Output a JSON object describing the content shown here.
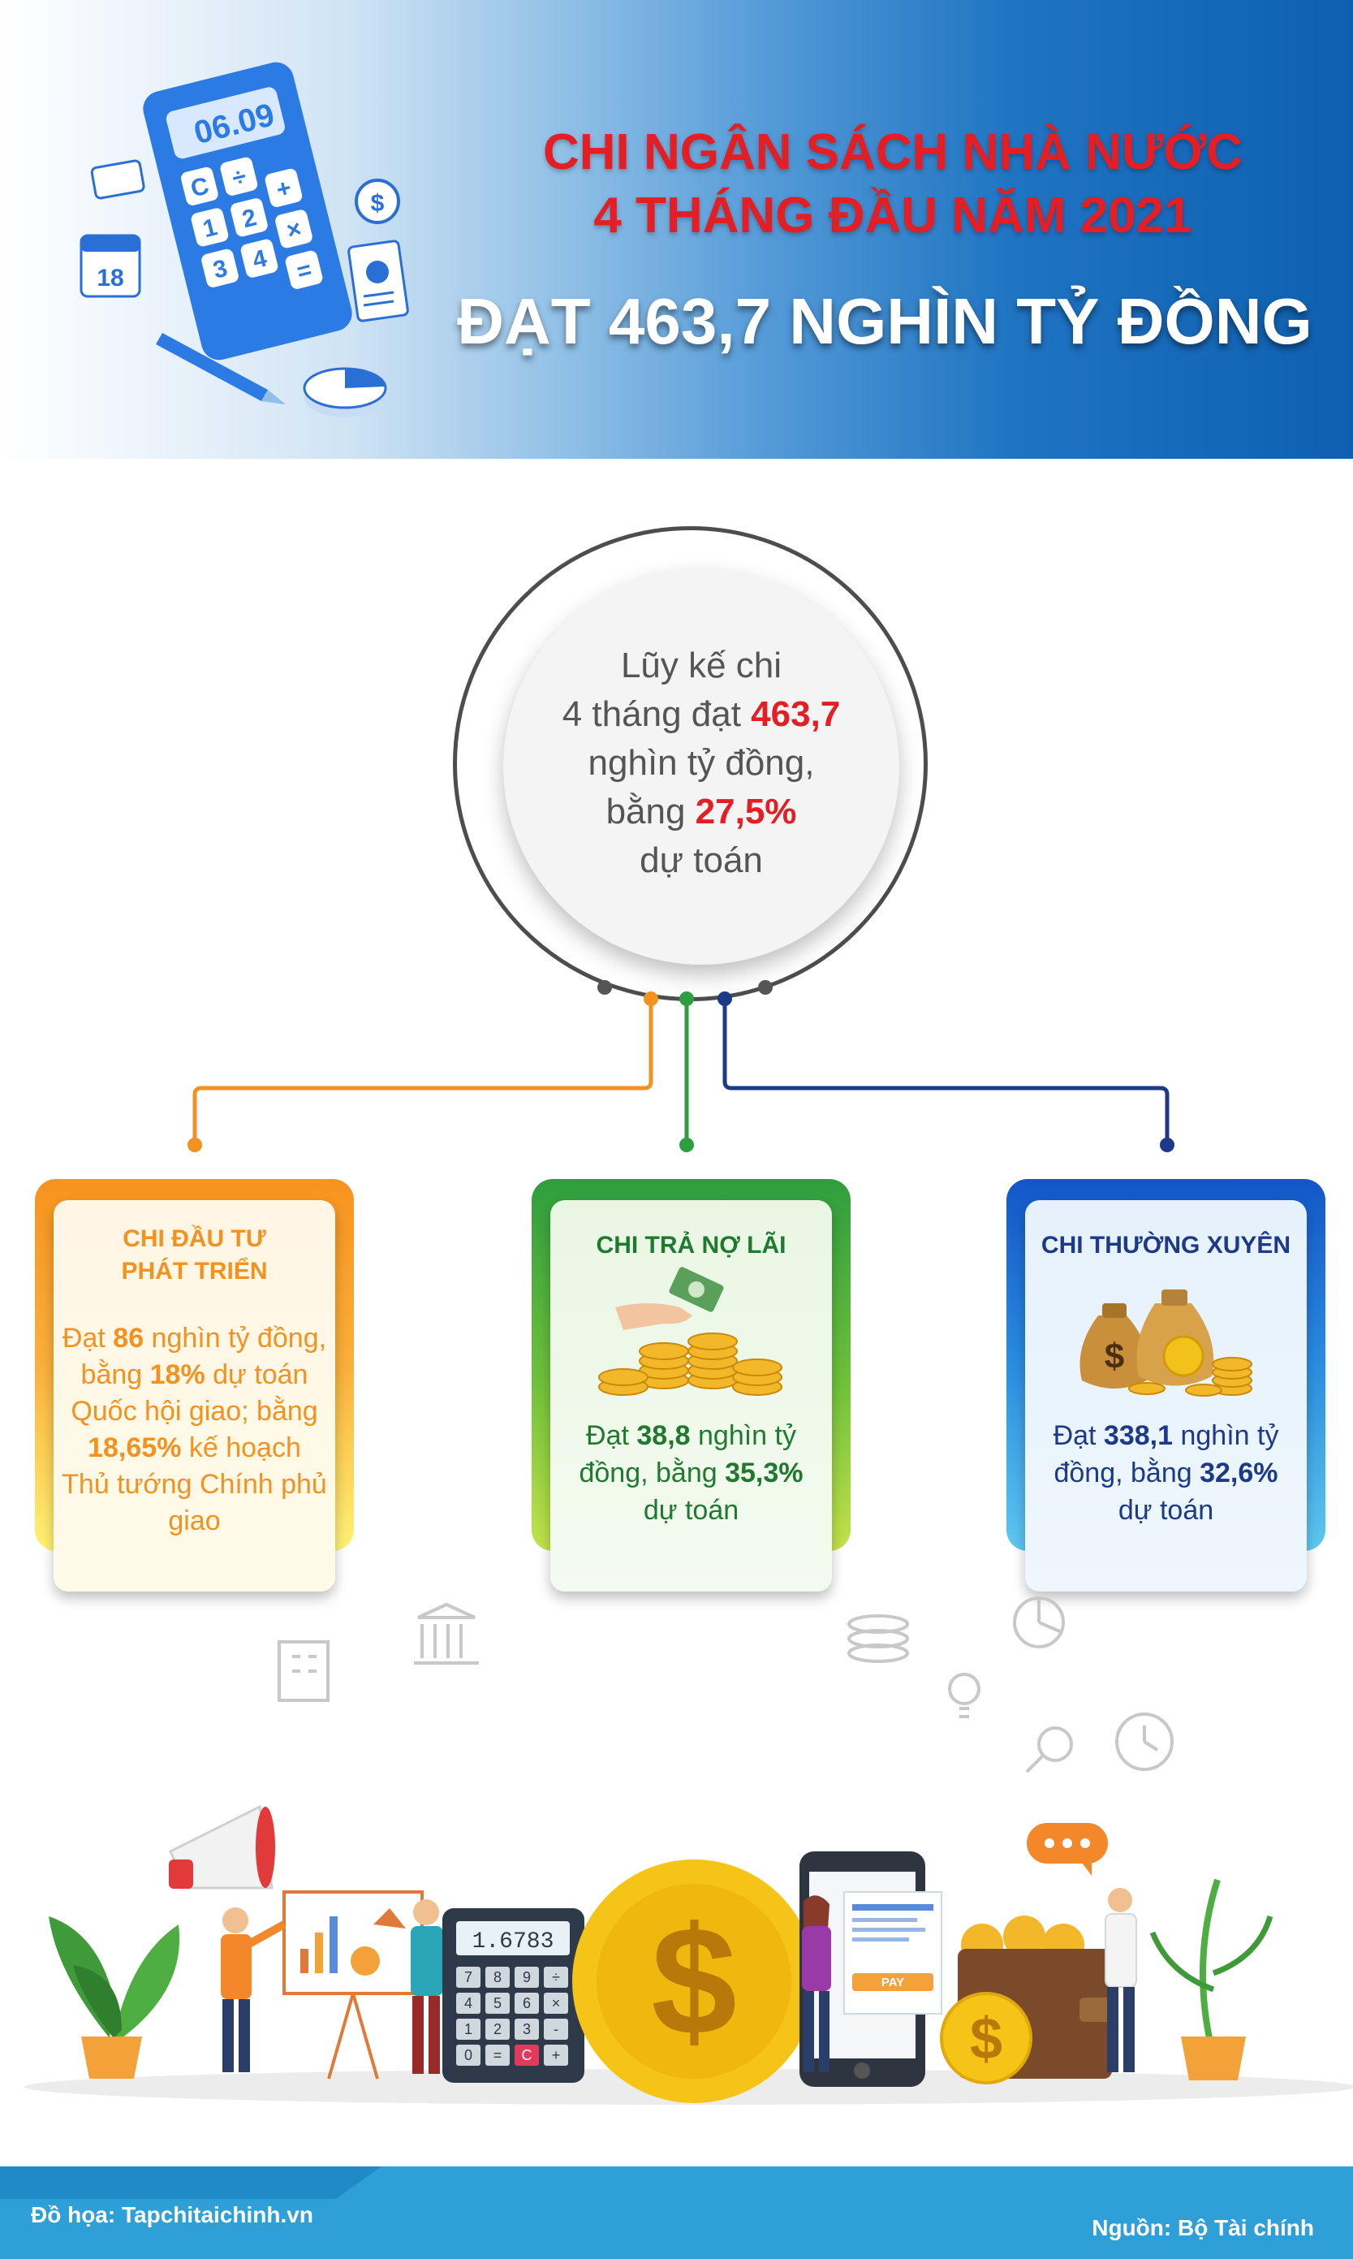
{
  "header": {
    "title_line1": "CHI NGÂN SÁCH NHÀ NƯỚC",
    "title_line2": "4  THÁNG ĐẦU NĂM 2021",
    "headline": "ĐẠT 463,7 NGHÌN TỶ ĐỒNG",
    "calculator_display": "06.09",
    "calculator_keys": [
      "C",
      "÷",
      "1",
      "2",
      "+",
      "3",
      "4",
      "×",
      "="
    ],
    "calendar_day": "18",
    "coin_symbol": "$"
  },
  "summary": {
    "line1": "Lũy kế chi",
    "line2_prefix": "4 tháng đạt ",
    "amount": "463,7",
    "line3": "nghìn tỷ đồng,",
    "line4_prefix": "bằng ",
    "percent": "27,5%",
    "line5": "dự toán"
  },
  "cards": {
    "dev": {
      "title_line1": "CHI ĐẦU TƯ",
      "title_line2": "PHÁT TRIỂN",
      "t1": "Đạt ",
      "v1": "86",
      "t2": " nghìn tỷ đồng, bằng ",
      "v2": "18%",
      "t3": " dự toán Quốc hội giao; bằng ",
      "v3": "18,65%",
      "t4": " kế hoạch Thủ tướng Chính phủ giao"
    },
    "interest": {
      "title": "CHI TRẢ NỢ LÃI",
      "t1": "Đạt ",
      "v1": "38,8",
      "t2": " nghìn tỷ đồng, bằng ",
      "v2": "35,3%",
      "t3": " dự toán"
    },
    "regular": {
      "title": "CHI THƯỜNG XUYÊN",
      "t1": "Đạt ",
      "v1": "338,1",
      "t2": " nghìn tỷ đồng, bằng ",
      "v2": "32,6%",
      "t3": " dự toán"
    }
  },
  "illustration": {
    "calculator_display": "1.6783",
    "calculator_keys": [
      "7",
      "8",
      "9",
      "÷",
      "4",
      "5",
      "6",
      "×",
      "1",
      "2",
      "3",
      "-",
      "0",
      "=",
      "C",
      "+"
    ],
    "phone_button": "PAY",
    "coin_symbol": "$"
  },
  "footer": {
    "credit": "Đồ họa: Tapchitaichinh.vn",
    "source": "Nguồn:  Bộ Tài chính"
  },
  "colors": {
    "red": "#e31e24",
    "orange": "#f39221",
    "green": "#2e9e3e",
    "navy": "#1d3a8a",
    "footer_blue": "#2f9fd8"
  }
}
